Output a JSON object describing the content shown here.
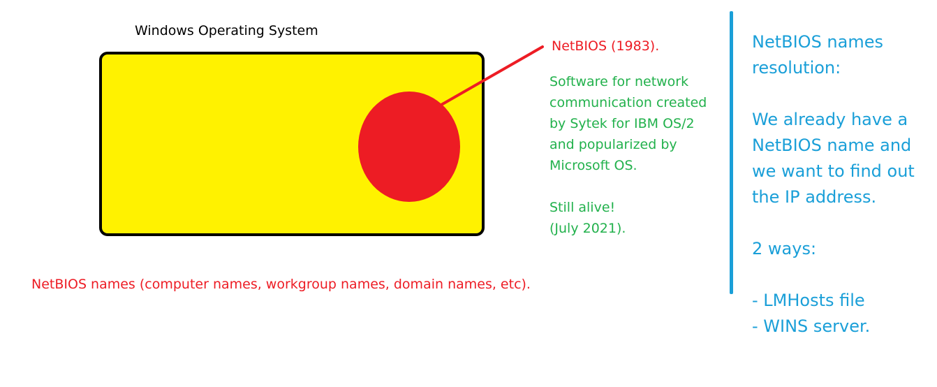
{
  "colors": {
    "os_fill": "#fff200",
    "os_border": "#000000",
    "circle": "#ed1c24",
    "red_text": "#ed1c24",
    "green_text": "#22b14c",
    "blue_text": "#1a9fd8",
    "divider": "#1a9fd8"
  },
  "diagram": {
    "os_title": "Windows Operating System",
    "netbios_label": "NetBIOS (1983).",
    "description": {
      "lines": [
        "Software for network",
        "communication created",
        "by Sytek for IBM OS/2",
        "and popularized by",
        "Microsoft OS."
      ],
      "status_lines": [
        "Still alive!",
        "(July 2021)."
      ]
    },
    "names_note": "NetBIOS names (computer names, workgroup names, domain names, etc)."
  },
  "side_panel": {
    "heading_lines": [
      "NetBIOS names",
      "resolution:"
    ],
    "body_lines": [
      "We already have a",
      "NetBIOS name and",
      "we want to find out",
      "the IP address."
    ],
    "ways_title": "2 ways:",
    "ways": [
      "- LMHosts file",
      "- WINS server."
    ]
  }
}
